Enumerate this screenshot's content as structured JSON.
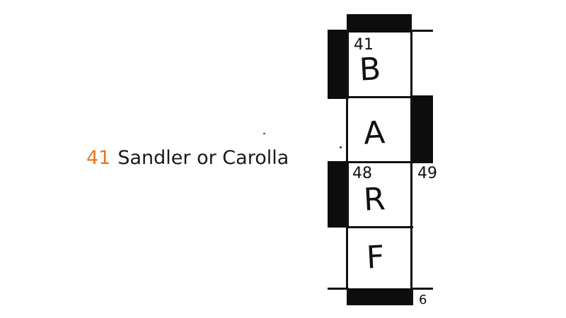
{
  "clue": {
    "number": "41",
    "text": "Sandler or Carolla"
  },
  "grid": {
    "cells": [
      {
        "number": "41",
        "letter": "B"
      },
      {
        "number": "",
        "letter": "A"
      },
      {
        "number": "48",
        "letter": "R"
      },
      {
        "number": "",
        "letter": "F"
      }
    ],
    "right_numbers": {
      "row3": "49",
      "bottom": "6"
    }
  },
  "colors": {
    "clue_number": "#e87722",
    "ink": "#111111",
    "block": "#0d0d0d"
  }
}
